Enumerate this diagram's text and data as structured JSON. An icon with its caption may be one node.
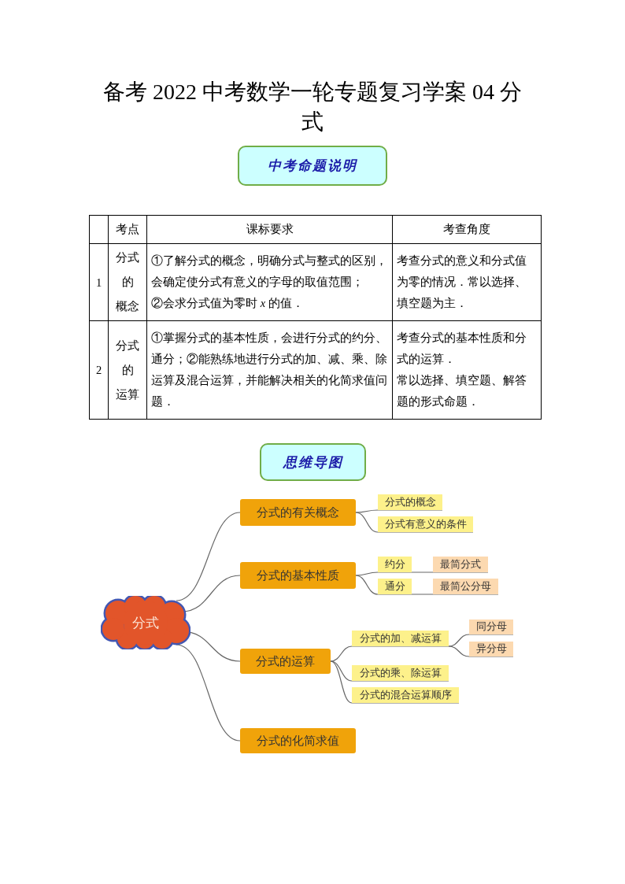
{
  "diagram": {
    "title": "备考 2022 中考数学一轮专题复习学案 04 分式",
    "nodes": [
      {
        "text": [
          "中考命题说明"
        ]
      },
      {
        "text": [
          "思维导图"
        ]
      },
      {
        "text": [
          "分式"
        ]
      },
      {
        "text": [
          "分式的有关概念"
        ]
      },
      {
        "text": [
          "分式的概念"
        ]
      },
      {
        "text": [
          "分式有意义的条件"
        ]
      },
      {
        "text": [
          "分式的基本性质"
        ]
      },
      {
        "text": [
          "约分"
        ]
      },
      {
        "text": [
          "最简分式"
        ]
      },
      {
        "text": [
          "通分"
        ]
      },
      {
        "text": [
          "最简公分母"
        ]
      },
      {
        "text": [
          "分式的运算"
        ]
      },
      {
        "text": [
          "分式的加、减运算"
        ]
      },
      {
        "text": [
          "同分母"
        ]
      },
      {
        "text": [
          "异分母"
        ]
      },
      {
        "text": [
          "分式的乘、除运算"
        ]
      },
      {
        "text": [
          "分式的混合运算顺序"
        ]
      },
      {
        "text": [
          "分式的化简求值"
        ]
      }
    ],
    "edges": [
      {
        "from": 2,
        "to": 3,
        "arrow": "none"
      },
      {
        "from": 3,
        "to": 4,
        "arrow": "none"
      },
      {
        "from": 3,
        "to": 5,
        "arrow": "none"
      },
      {
        "from": 2,
        "to": 6,
        "arrow": "none"
      },
      {
        "from": 6,
        "to": 7,
        "arrow": "none"
      },
      {
        "from": 7,
        "to": 8,
        "arrow": "none"
      },
      {
        "from": 6,
        "to": 9,
        "arrow": "none"
      },
      {
        "from": 9,
        "to": 10,
        "arrow": "none"
      },
      {
        "from": 2,
        "to": 11,
        "arrow": "none"
      },
      {
        "from": 11,
        "to": 12,
        "arrow": "none"
      },
      {
        "from": 12,
        "to": 13,
        "arrow": "none"
      },
      {
        "from": 12,
        "to": 14,
        "arrow": "none"
      },
      {
        "from": 11,
        "to": 15,
        "arrow": "none"
      },
      {
        "from": 11,
        "to": 16,
        "arrow": "none"
      },
      {
        "from": 2,
        "to": 17,
        "arrow": "none"
      }
    ],
    "labels": [
      "考点",
      "课标要求",
      "考查角度",
      "1",
      "分式",
      "的",
      "概念",
      "①了解分式的概念，明确分式与整式的区别，会确定使分式有意义的字母的取值范围；",
      "②会求分式值为零时 *x* 的值．",
      "考查分式的意义和分式值为零的情况．常以选择、填空题为主．",
      "2",
      "分式",
      "的",
      "运算",
      "①掌握分式的基本性质，会进行分式的约分、通分；②能熟练地进行分式的加、减、乘、除运算及混合运算，并能解决相关的化简求值问题．",
      "考查分式的基本性质和分式的运算．",
      "常以选择、填空题、解答题的形式命题．"
    ]
  }
}
